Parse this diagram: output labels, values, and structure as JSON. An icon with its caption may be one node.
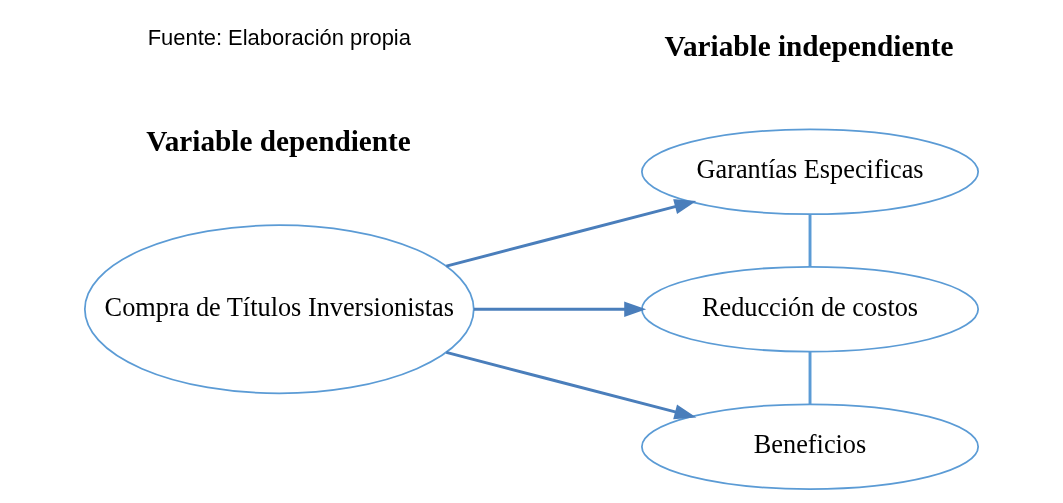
{
  "diagram": {
    "nodes": [
      {
        "text": [
          "Compra de Títulos Inversionistas"
        ]
      },
      {
        "text": [
          "Garantías Especificas"
        ]
      },
      {
        "text": [
          "Reducción de costos"
        ]
      },
      {
        "text": [
          "Beneficios"
        ]
      }
    ],
    "edges": [
      {
        "from": 0,
        "to": 1,
        "arrow": "to"
      },
      {
        "from": 0,
        "to": 2,
        "arrow": "to"
      },
      {
        "from": 0,
        "to": 3,
        "arrow": "to"
      },
      {
        "from": 1,
        "to": 2,
        "arrow": "none",
        "color": "#5b9bd5"
      },
      {
        "from": 2,
        "to": 3,
        "arrow": "none",
        "color": "#5b9bd5"
      }
    ],
    "labels": [
      "Fuente: Elaboración propia",
      "Variable dependiente",
      "Variable independiente"
    ]
  }
}
